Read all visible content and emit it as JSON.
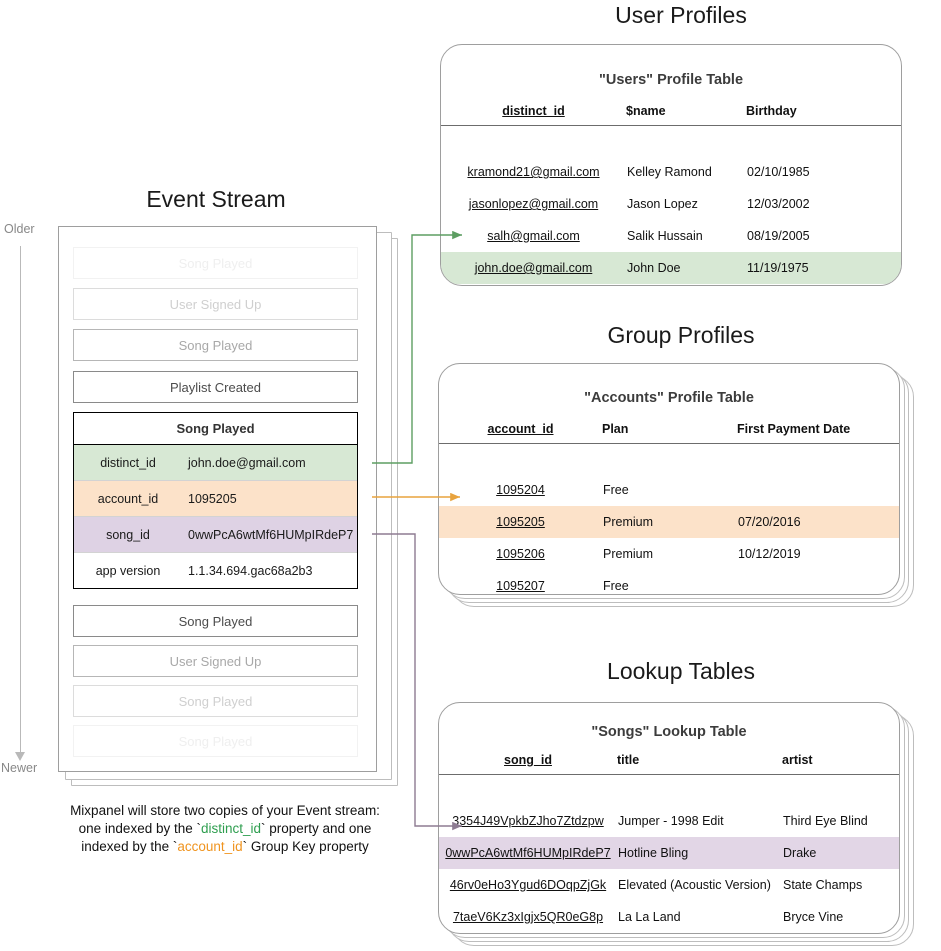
{
  "timeline": {
    "older_label": "Older",
    "newer_label": "Newer"
  },
  "event_stream": {
    "title": "Event Stream",
    "events": [
      {
        "label": "Song Played",
        "fade": "very-faint"
      },
      {
        "label": "User Signed Up",
        "fade": "faint"
      },
      {
        "label": "Song Played",
        "fade": "light"
      },
      {
        "label": "Playlist Created",
        "fade": "normal"
      }
    ],
    "events_after": [
      {
        "label": "Song Played",
        "fade": "normal"
      },
      {
        "label": "User Signed Up",
        "fade": "light"
      },
      {
        "label": "Song Played",
        "fade": "faint"
      },
      {
        "label": "Song Played",
        "fade": "very-faint"
      }
    ],
    "expanded_event": {
      "title": "Song Played",
      "properties": [
        {
          "key": "distinct_id",
          "value": "john.doe@gmail.com",
          "highlight": "green"
        },
        {
          "key": "account_id",
          "value": "1095205",
          "highlight": "orange"
        },
        {
          "key": "song_id",
          "value": "0wwPcA6wtMf6HUMpIRdeP7",
          "highlight": "purple"
        },
        {
          "key": "app version",
          "value": "1.1.34.694.gac68a2b3",
          "highlight": "none"
        }
      ]
    },
    "caption": {
      "line1": "Mixpanel will store two copies of your Event stream:",
      "line2_a": "one indexed by the `",
      "line2_key": "distinct_id",
      "line2_b": "` property and one",
      "line3_a": "indexed by the `",
      "line3_key": "account_id",
      "line3_b": "` Group Key property"
    }
  },
  "user_profiles": {
    "heading": "User Profiles",
    "table_title": "\"Users\" Profile Table",
    "columns": [
      "distinct_id",
      "$name",
      "Birthday"
    ],
    "rows": [
      {
        "cells": [
          "kramond21@gmail.com",
          "Kelley Ramond",
          "02/10/1985"
        ],
        "highlight": "none"
      },
      {
        "cells": [
          "jasonlopez@gmail.com",
          "Jason Lopez",
          "12/03/2002"
        ],
        "highlight": "none"
      },
      {
        "cells": [
          "salh@gmail.com",
          "Salik Hussain",
          "08/19/2005"
        ],
        "highlight": "none"
      },
      {
        "cells": [
          "john.doe@gmail.com",
          "John Doe",
          "11/19/1975"
        ],
        "highlight": "green"
      }
    ]
  },
  "group_profiles": {
    "heading": "Group Profiles",
    "table_title": "\"Accounts\" Profile Table",
    "columns": [
      "account_id",
      "Plan",
      "First Payment Date"
    ],
    "rows": [
      {
        "cells": [
          "1095204",
          "Free",
          ""
        ],
        "highlight": "none"
      },
      {
        "cells": [
          "1095205",
          "Premium",
          "07/20/2016"
        ],
        "highlight": "orange"
      },
      {
        "cells": [
          "1095206",
          "Premium",
          "10/12/2019"
        ],
        "highlight": "none"
      },
      {
        "cells": [
          "1095207",
          "Free",
          ""
        ],
        "highlight": "none"
      }
    ]
  },
  "lookup_tables": {
    "heading": "Lookup Tables",
    "table_title": "\"Songs\" Lookup Table",
    "columns": [
      "song_id",
      "title",
      "artist"
    ],
    "rows": [
      {
        "cells": [
          "3354J49VpkbZJho7Ztdzpw",
          "Jumper - 1998 Edit",
          "Third Eye Blind"
        ],
        "highlight": "none"
      },
      {
        "cells": [
          "0wwPcA6wtMf6HUMpIRdeP7",
          "Hotline Bling",
          "Drake"
        ],
        "highlight": "purple"
      },
      {
        "cells": [
          "46rv0eHo3Ygud6DOqpZjGk",
          "Elevated (Acoustic Version)",
          "State Champs"
        ],
        "highlight": "none"
      },
      {
        "cells": [
          "7taeV6Kz3xIgjx5QR0eG8p",
          "La La Land",
          "Bryce Vine"
        ],
        "highlight": "none"
      }
    ]
  },
  "colors": {
    "green": "#d7e8d4",
    "orange": "#fce2c9",
    "purple": "#e2d6e6",
    "arrow_green": "#5d9e62",
    "arrow_orange": "#e8a33d",
    "arrow_purple": "#8d7b92",
    "card_border": "#9e9e9e"
  }
}
